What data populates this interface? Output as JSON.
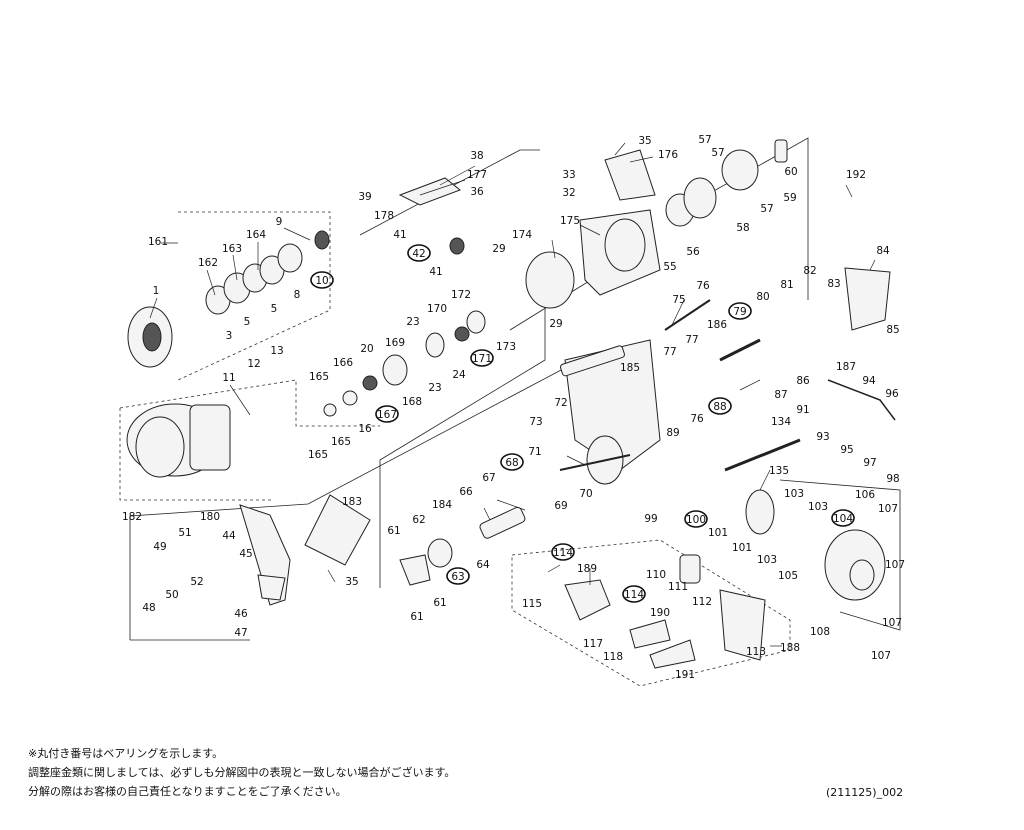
{
  "labels": [
    "1",
    "3",
    "5",
    "5",
    "8",
    "9",
    "10",
    "161",
    "162",
    "163",
    "164",
    "11",
    "12",
    "13",
    "165",
    "165",
    "165",
    "166",
    "16",
    "167",
    "168",
    "169",
    "20",
    "23",
    "23",
    "24",
    "170",
    "171",
    "172",
    "173",
    "174",
    "175",
    "29",
    "29",
    "33",
    "32",
    "35",
    "38",
    "177",
    "36",
    "39",
    "178",
    "41",
    "42",
    "41",
    "176",
    "55",
    "56",
    "57",
    "57",
    "57",
    "58",
    "59",
    "60",
    "192",
    "84",
    "85",
    "75",
    "76",
    "76",
    "77",
    "77",
    "79",
    "80",
    "81",
    "82",
    "83",
    "185",
    "186",
    "187",
    "86",
    "87",
    "88",
    "89",
    "91",
    "93",
    "94",
    "95",
    "96",
    "97",
    "98",
    "134",
    "135",
    "72",
    "73",
    "71",
    "70",
    "69",
    "68",
    "67",
    "66",
    "99",
    "100",
    "101",
    "101",
    "103",
    "103",
    "103",
    "104",
    "105",
    "106",
    "107",
    "107",
    "107",
    "107",
    "180",
    "182",
    "183",
    "184",
    "44",
    "45",
    "49",
    "51",
    "52",
    "50",
    "48",
    "46",
    "47",
    "35",
    "61",
    "61",
    "61",
    "62",
    "63",
    "64",
    "114",
    "114",
    "115",
    "117",
    "118",
    "189",
    "190",
    "191",
    "110",
    "111",
    "112",
    "113",
    "188",
    "108"
  ],
  "bearing_labels": [
    "10",
    "42",
    "167",
    "171",
    "79",
    "88",
    "68",
    "100",
    "104",
    "63",
    "114",
    "114"
  ],
  "notes": [
    "※丸付き番号はベアリングを示します。",
    "調整座金類に関しましては、必ずしも分解図中の表現と一致しない場合がございます。",
    "分解の際はお客様の自己責任となりますことをご了承ください。"
  ],
  "diagram_code": "(211125)_002"
}
